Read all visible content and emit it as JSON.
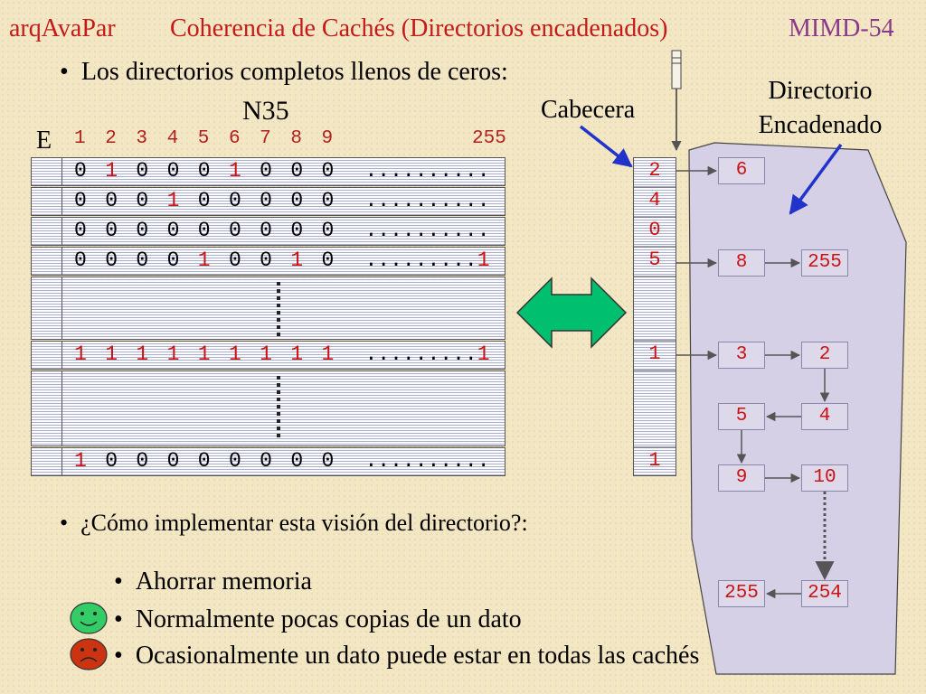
{
  "header": {
    "left": "arqAvaPar",
    "title": "Coherencia de Cachés (Directorios encadenados)",
    "right": "MIMD-54"
  },
  "bullets": {
    "b1": "Los directorios completos llenos de ceros:",
    "b2": "¿Cómo implementar esta visión del directorio?:",
    "sub1": "Ahorrar memoria",
    "sub2": "Normalmente pocas copias de un dato",
    "sub3": "Ocasionalmente un dato puede estar en todas las cachés"
  },
  "labels": {
    "n35": "N35",
    "e": "E",
    "cabecera": "Cabecera",
    "dir_line1": "Directorio",
    "dir_line2": "Encadenado"
  },
  "matrix": {
    "col_nums": [
      "1",
      "2",
      "3",
      "4",
      "5",
      "6",
      "7",
      "8",
      "9"
    ],
    "col_last": "255",
    "rows": [
      {
        "bits": [
          "0",
          "1",
          "0",
          "0",
          "0",
          "1",
          "0",
          "0",
          "0"
        ],
        "red": [
          1,
          5
        ],
        "tail": " ..........",
        "tail_red": false
      },
      {
        "bits": [
          "0",
          "0",
          "0",
          "1",
          "0",
          "0",
          "0",
          "0",
          "0"
        ],
        "red": [
          3
        ],
        "tail": " ..........",
        "tail_red": false
      },
      {
        "bits": [
          "0",
          "0",
          "0",
          "0",
          "0",
          "0",
          "0",
          "0",
          "0"
        ],
        "red": [],
        "tail": " ..........",
        "tail_red": false
      },
      {
        "bits": [
          "0",
          "0",
          "0",
          "0",
          "1",
          "0",
          "0",
          "1",
          "0"
        ],
        "red": [
          4,
          7
        ],
        "tail": " .........1",
        "tail_red": true
      },
      {
        "bits": [
          "1",
          "1",
          "1",
          "1",
          "1",
          "1",
          "1",
          "1",
          "1"
        ],
        "red": [
          0,
          1,
          2,
          3,
          4,
          5,
          6,
          7,
          8
        ],
        "tail": " .........1",
        "tail_red": true
      },
      {
        "bits": [
          "1",
          "0",
          "0",
          "0",
          "0",
          "0",
          "0",
          "0",
          "0"
        ],
        "red": [
          0
        ],
        "tail": " ..........",
        "tail_red": false
      }
    ]
  },
  "headers_col": [
    "2",
    "4",
    "0",
    "5",
    "1",
    "1"
  ],
  "nodes": {
    "n_6": "6",
    "n_8": "8",
    "n_255a": "255",
    "n_3": "3",
    "n_2": "2",
    "n_5": "5",
    "n_4": "4",
    "n_9": "9",
    "n_10": "10",
    "n_255b": "255",
    "n_254": "254"
  },
  "colors": {
    "header_red": "#c41a1a",
    "title_purple": "#8a3a8a",
    "arrow_green": "#00c070",
    "face_green": "#33cc66",
    "face_red": "#cc3311"
  }
}
